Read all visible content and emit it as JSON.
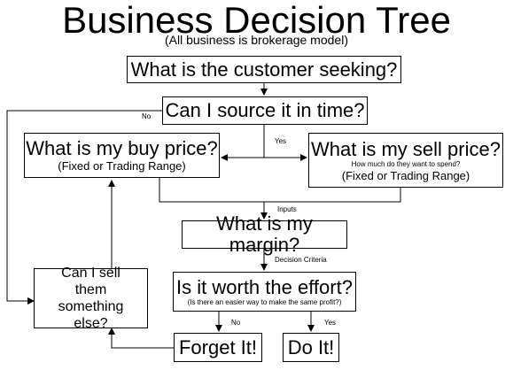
{
  "title": "Business Decision Tree",
  "subtitle": "(All business is brokerage model)",
  "nodes": {
    "customer": "What is the customer seeking?",
    "source": "Can I source it in time?",
    "buy": {
      "main": "What is my buy price?",
      "sub": "(Fixed or Trading Range)"
    },
    "sell": {
      "main": "What is my sell price?",
      "note": "How much do they want to spend?",
      "sub": "(Fixed or Trading Range)"
    },
    "margin": "What is my margin?",
    "effort": {
      "main": "Is it worth the effort?",
      "sub": "(Is there an easier way to make the same profit?)"
    },
    "sell_else": "Can I sell them something else?",
    "forget": "Forget It!",
    "do": "Do It!"
  },
  "edge_labels": {
    "no_source": "No",
    "yes_source": "Yes",
    "inputs": "Inputs",
    "criteria": "Decision Criteria",
    "no_effort": "No",
    "yes_effort": "Yes"
  }
}
